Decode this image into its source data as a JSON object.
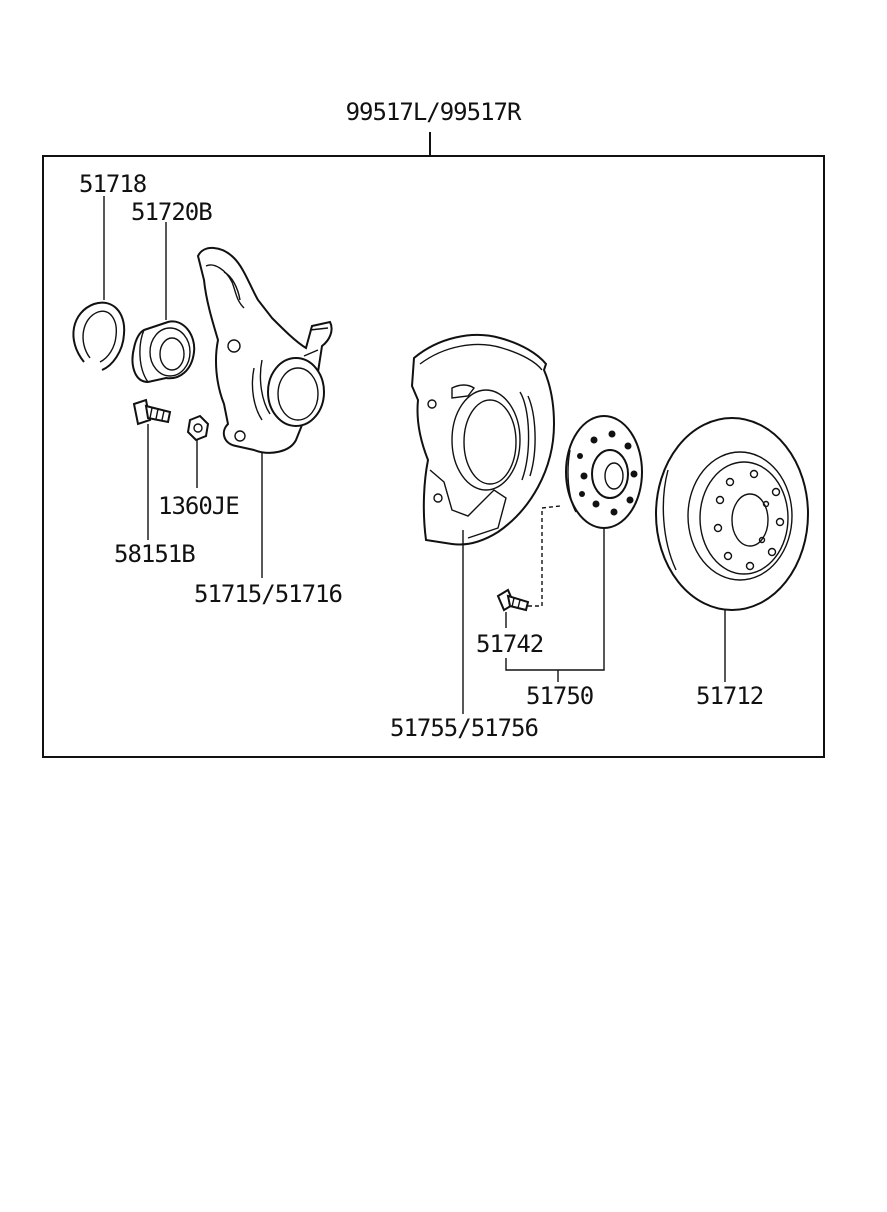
{
  "diagram": {
    "assembly_label": "99517L/99517R",
    "parts": {
      "snap_ring": "51718",
      "bearing": "51720B",
      "bolt": "58151B",
      "nut": "1360JE",
      "knuckle": "51715/51716",
      "dust_cover": "51755/51756",
      "hub_bolt": "51742",
      "hub_assembly": "51750",
      "brake_disc": "51712"
    }
  }
}
